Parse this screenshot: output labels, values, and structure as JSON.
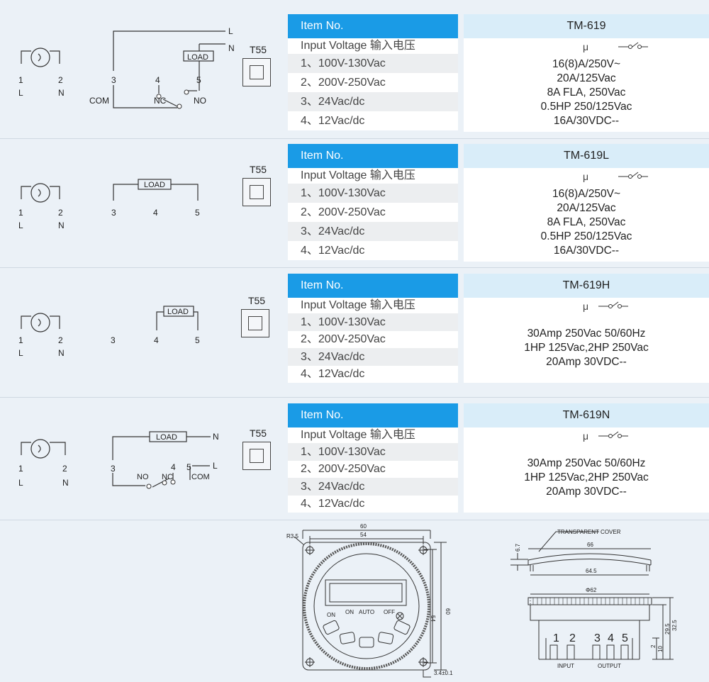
{
  "blocks": [
    {
      "item_label": "Item No.",
      "model": "TM-619",
      "voltage_label": "Input Voltage 输入电压",
      "voltages": [
        "1、100V-130Vac",
        "2、200V-250Vac",
        "3、24Vac/dc",
        "4、12Vac/dc"
      ],
      "symbol_mu": "μ",
      "ratings": [
        "16(8)A/250V~",
        "20A/125Vac",
        "8A FLA, 250Vac",
        "0.5HP 250/125Vac",
        "16A/30VDC--"
      ],
      "t55": "T55",
      "wiring": {
        "t1": "1",
        "t2": "2",
        "l": "L",
        "n": "N",
        "load": "LOAD",
        "com": "COM",
        "nc": "NC",
        "no": "NO",
        "t3": "3",
        "t4": "4",
        "t5": "5",
        "out_l": "L",
        "out_n": "N"
      }
    },
    {
      "item_label": "Item No.",
      "model": "TM-619L",
      "voltage_label": "Input Voltage 输入电压",
      "voltages": [
        "1、100V-130Vac",
        "2、200V-250Vac",
        "3、24Vac/dc",
        "4、12Vac/dc"
      ],
      "symbol_mu": "μ",
      "ratings": [
        "16(8)A/250V~",
        "20A/125Vac",
        "8A FLA, 250Vac",
        "0.5HP 250/125Vac",
        "16A/30VDC--"
      ],
      "t55": "T55",
      "wiring": {
        "t1": "1",
        "t2": "2",
        "l": "L",
        "n": "N",
        "load": "LOAD",
        "t3": "3",
        "t4": "4",
        "t5": "5"
      }
    },
    {
      "item_label": "Item No.",
      "model": "TM-619H",
      "voltage_label": "Input Voltage 输入电压",
      "voltages": [
        "1、100V-130Vac",
        "2、200V-250Vac",
        "3、24Vac/dc",
        "4、12Vac/dc"
      ],
      "symbol_mu": "μ",
      "ratings": [
        "30Amp 250Vac 50/60Hz",
        "1HP 125Vac,2HP 250Vac",
        "20Amp 30VDC--"
      ],
      "t55": "T55",
      "wiring": {
        "t1": "1",
        "t2": "2",
        "l": "L",
        "n": "N",
        "load": "LOAD",
        "t3": "3",
        "t4": "4",
        "t5": "5"
      }
    },
    {
      "item_label": "Item No.",
      "model": "TM-619N",
      "voltage_label": "Input Voltage 输入电压",
      "voltages": [
        "1、100V-130Vac",
        "2、200V-250Vac",
        "3、24Vac/dc",
        "4、12Vac/dc"
      ],
      "symbol_mu": "μ",
      "ratings": [
        "30Amp 250Vac 50/60Hz",
        "1HP 125Vac,2HP 250Vac",
        "20Amp 30VDC--"
      ],
      "t55": "T55",
      "wiring": {
        "t1": "1",
        "t2": "2",
        "l": "L",
        "n": "N",
        "load": "LOAD",
        "com": "COM",
        "nc": "NC",
        "no": "NO",
        "t3": "3",
        "t4": "4",
        "t5": "5",
        "out_l": "L",
        "out_n": "N"
      }
    }
  ],
  "dimensions": {
    "front": {
      "r": "R3.5",
      "w60": "60",
      "w54": "54",
      "h60": "60",
      "h54": "54",
      "hole": "3.4±0.1",
      "on": "ON",
      "on2": "ON",
      "auto": "AUTO",
      "off": "OFF"
    },
    "side": {
      "cover": "TRANSPARENT COVER",
      "w66": "66",
      "h67": "6.7",
      "w645": "64.5"
    },
    "bottom": {
      "phi62": "Φ62",
      "terms": [
        "1",
        "2",
        "3",
        "4",
        "5"
      ],
      "input": "INPUT",
      "output": "OUTPUT",
      "d325": "32.5",
      "d295": "29.5",
      "d10": "10",
      "d2": "2"
    }
  }
}
